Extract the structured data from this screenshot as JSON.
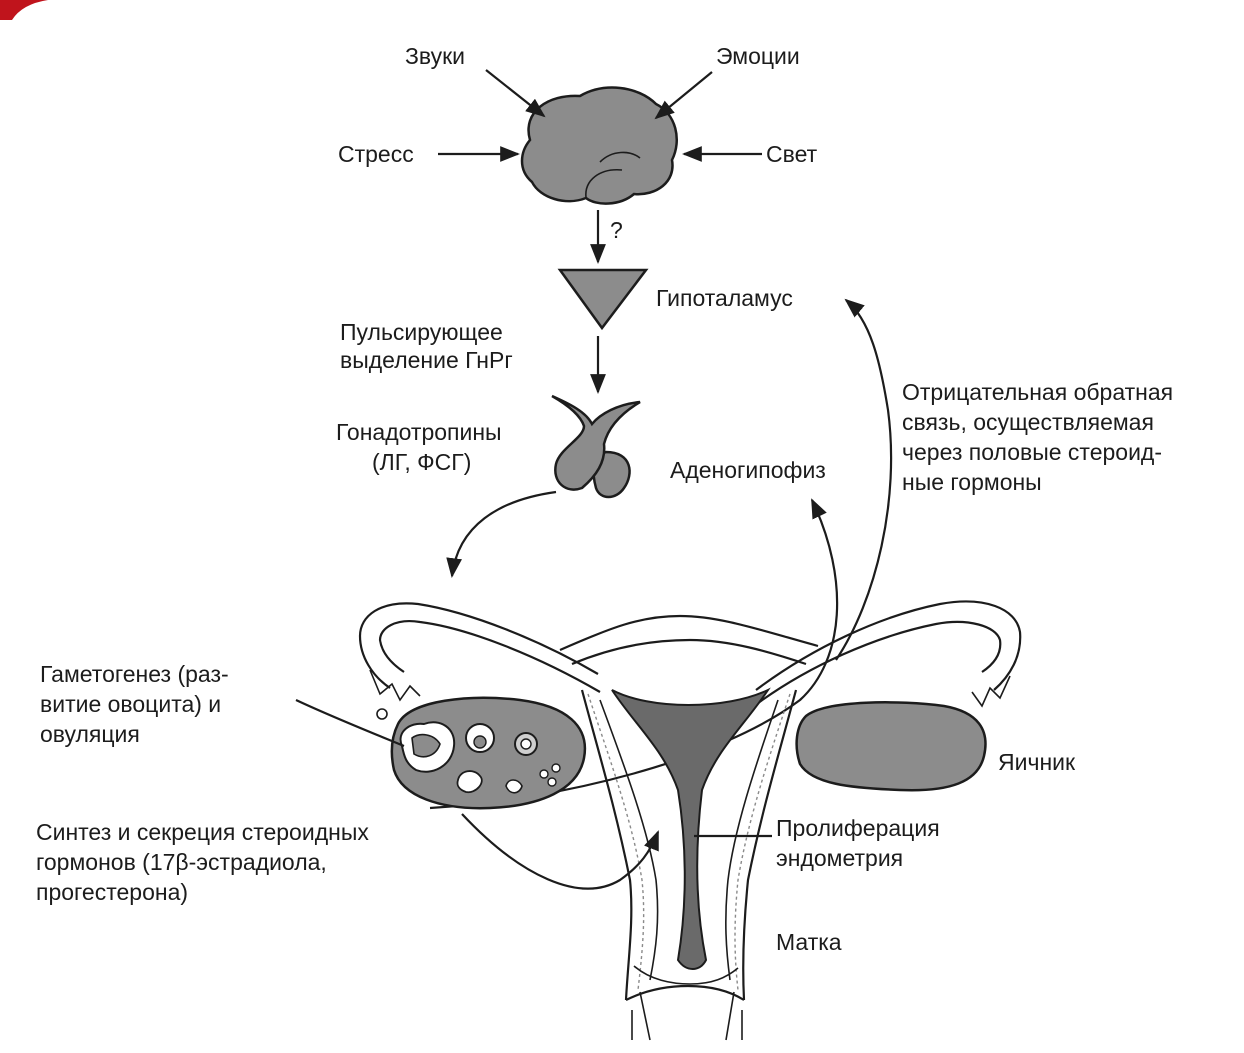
{
  "labels": {
    "sounds": "Звуки",
    "emotions": "Эмоции",
    "stress": "Стресс",
    "light": "Свет",
    "question": "?",
    "hypothalamus": "Гипоталамус",
    "gnrh_line1": "Пульсирующее",
    "gnrh_line2": "выделение ГнРг",
    "gonadotropins_line1": "Гонадотропины",
    "gonadotropins_line2": "(ЛГ, ФСГ)",
    "adenohypophysis": "Аденогипофиз",
    "feedback_line1": "Отрицательная обратная",
    "feedback_line2": "связь, осуществляемая",
    "feedback_line3": "через половые стероид-",
    "feedback_line4": "ные гормоны",
    "gametogenesis_line1": "Гаметогенез (раз-",
    "gametogenesis_line2": "витие овоцита) и",
    "gametogenesis_line3": "овуляция",
    "ovary": "Яичник",
    "synthesis_line1": "Синтез и секреция стероидных",
    "synthesis_line2": "гормонов (17β-эстрадиола,",
    "synthesis_line3": "прогестерона)",
    "proliferation_line1": "Пролиферация",
    "proliferation_line2": "эндометрия",
    "uterus": "Матка"
  },
  "colors": {
    "organ_fill": "#8c8c8c",
    "line": "#1c1c1c",
    "corner_mark": "#c0141c"
  }
}
